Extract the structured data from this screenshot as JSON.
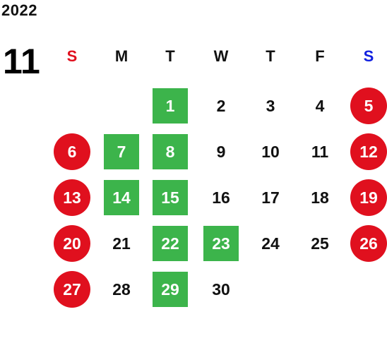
{
  "year": "2022",
  "month": "11",
  "weekdays": [
    {
      "label": "S",
      "color": "#e0101e"
    },
    {
      "label": "M",
      "color": "#111111"
    },
    {
      "label": "T",
      "color": "#111111"
    },
    {
      "label": "W",
      "color": "#111111"
    },
    {
      "label": "T",
      "color": "#111111"
    },
    {
      "label": "F",
      "color": "#111111"
    },
    {
      "label": "S",
      "color": "#1020e0"
    }
  ],
  "colors": {
    "holiday_red": "#e0101e",
    "green_mark": "#3cb44b"
  },
  "days": [
    {
      "n": "1",
      "style": "green"
    },
    {
      "n": "2",
      "style": "plain"
    },
    {
      "n": "3",
      "style": "plain"
    },
    {
      "n": "4",
      "style": "plain"
    },
    {
      "n": "5",
      "style": "red"
    },
    {
      "n": "6",
      "style": "red"
    },
    {
      "n": "7",
      "style": "green"
    },
    {
      "n": "8",
      "style": "green"
    },
    {
      "n": "9",
      "style": "plain"
    },
    {
      "n": "10",
      "style": "plain"
    },
    {
      "n": "11",
      "style": "plain"
    },
    {
      "n": "12",
      "style": "red"
    },
    {
      "n": "13",
      "style": "red"
    },
    {
      "n": "14",
      "style": "green"
    },
    {
      "n": "15",
      "style": "green"
    },
    {
      "n": "16",
      "style": "plain"
    },
    {
      "n": "17",
      "style": "plain"
    },
    {
      "n": "18",
      "style": "plain"
    },
    {
      "n": "19",
      "style": "red"
    },
    {
      "n": "20",
      "style": "red"
    },
    {
      "n": "21",
      "style": "plain"
    },
    {
      "n": "22",
      "style": "green"
    },
    {
      "n": "23",
      "style": "green"
    },
    {
      "n": "24",
      "style": "plain"
    },
    {
      "n": "25",
      "style": "plain"
    },
    {
      "n": "26",
      "style": "red"
    },
    {
      "n": "27",
      "style": "red"
    },
    {
      "n": "28",
      "style": "plain"
    },
    {
      "n": "29",
      "style": "green"
    },
    {
      "n": "30",
      "style": "plain"
    }
  ]
}
